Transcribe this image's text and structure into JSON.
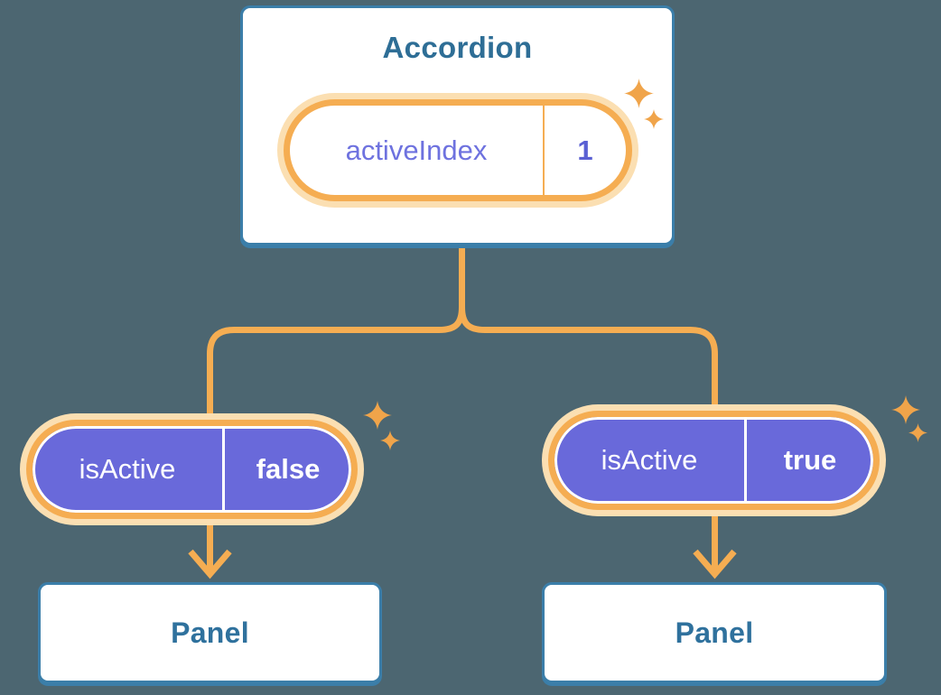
{
  "accordion": {
    "title": "Accordion",
    "state": {
      "label": "activeIndex",
      "value": "1"
    }
  },
  "props": [
    {
      "label": "isActive",
      "value": "false"
    },
    {
      "label": "isActive",
      "value": "true"
    }
  ],
  "panels": [
    {
      "label": "Panel"
    },
    {
      "label": "Panel"
    }
  ],
  "colors": {
    "background": "#4C6671",
    "card_border": "#3B7EA9",
    "title_text": "#2E6E96",
    "panel_text": "#2F719D",
    "accent_orange": "#F5AD52",
    "sparkle_orange": "#F0A44A",
    "halo_cream": "#FBDFB2",
    "purple_fill": "#6969DA",
    "purple_text": "#6E72DF",
    "purple_value": "#5A60D3",
    "white": "#FFFFFF"
  }
}
